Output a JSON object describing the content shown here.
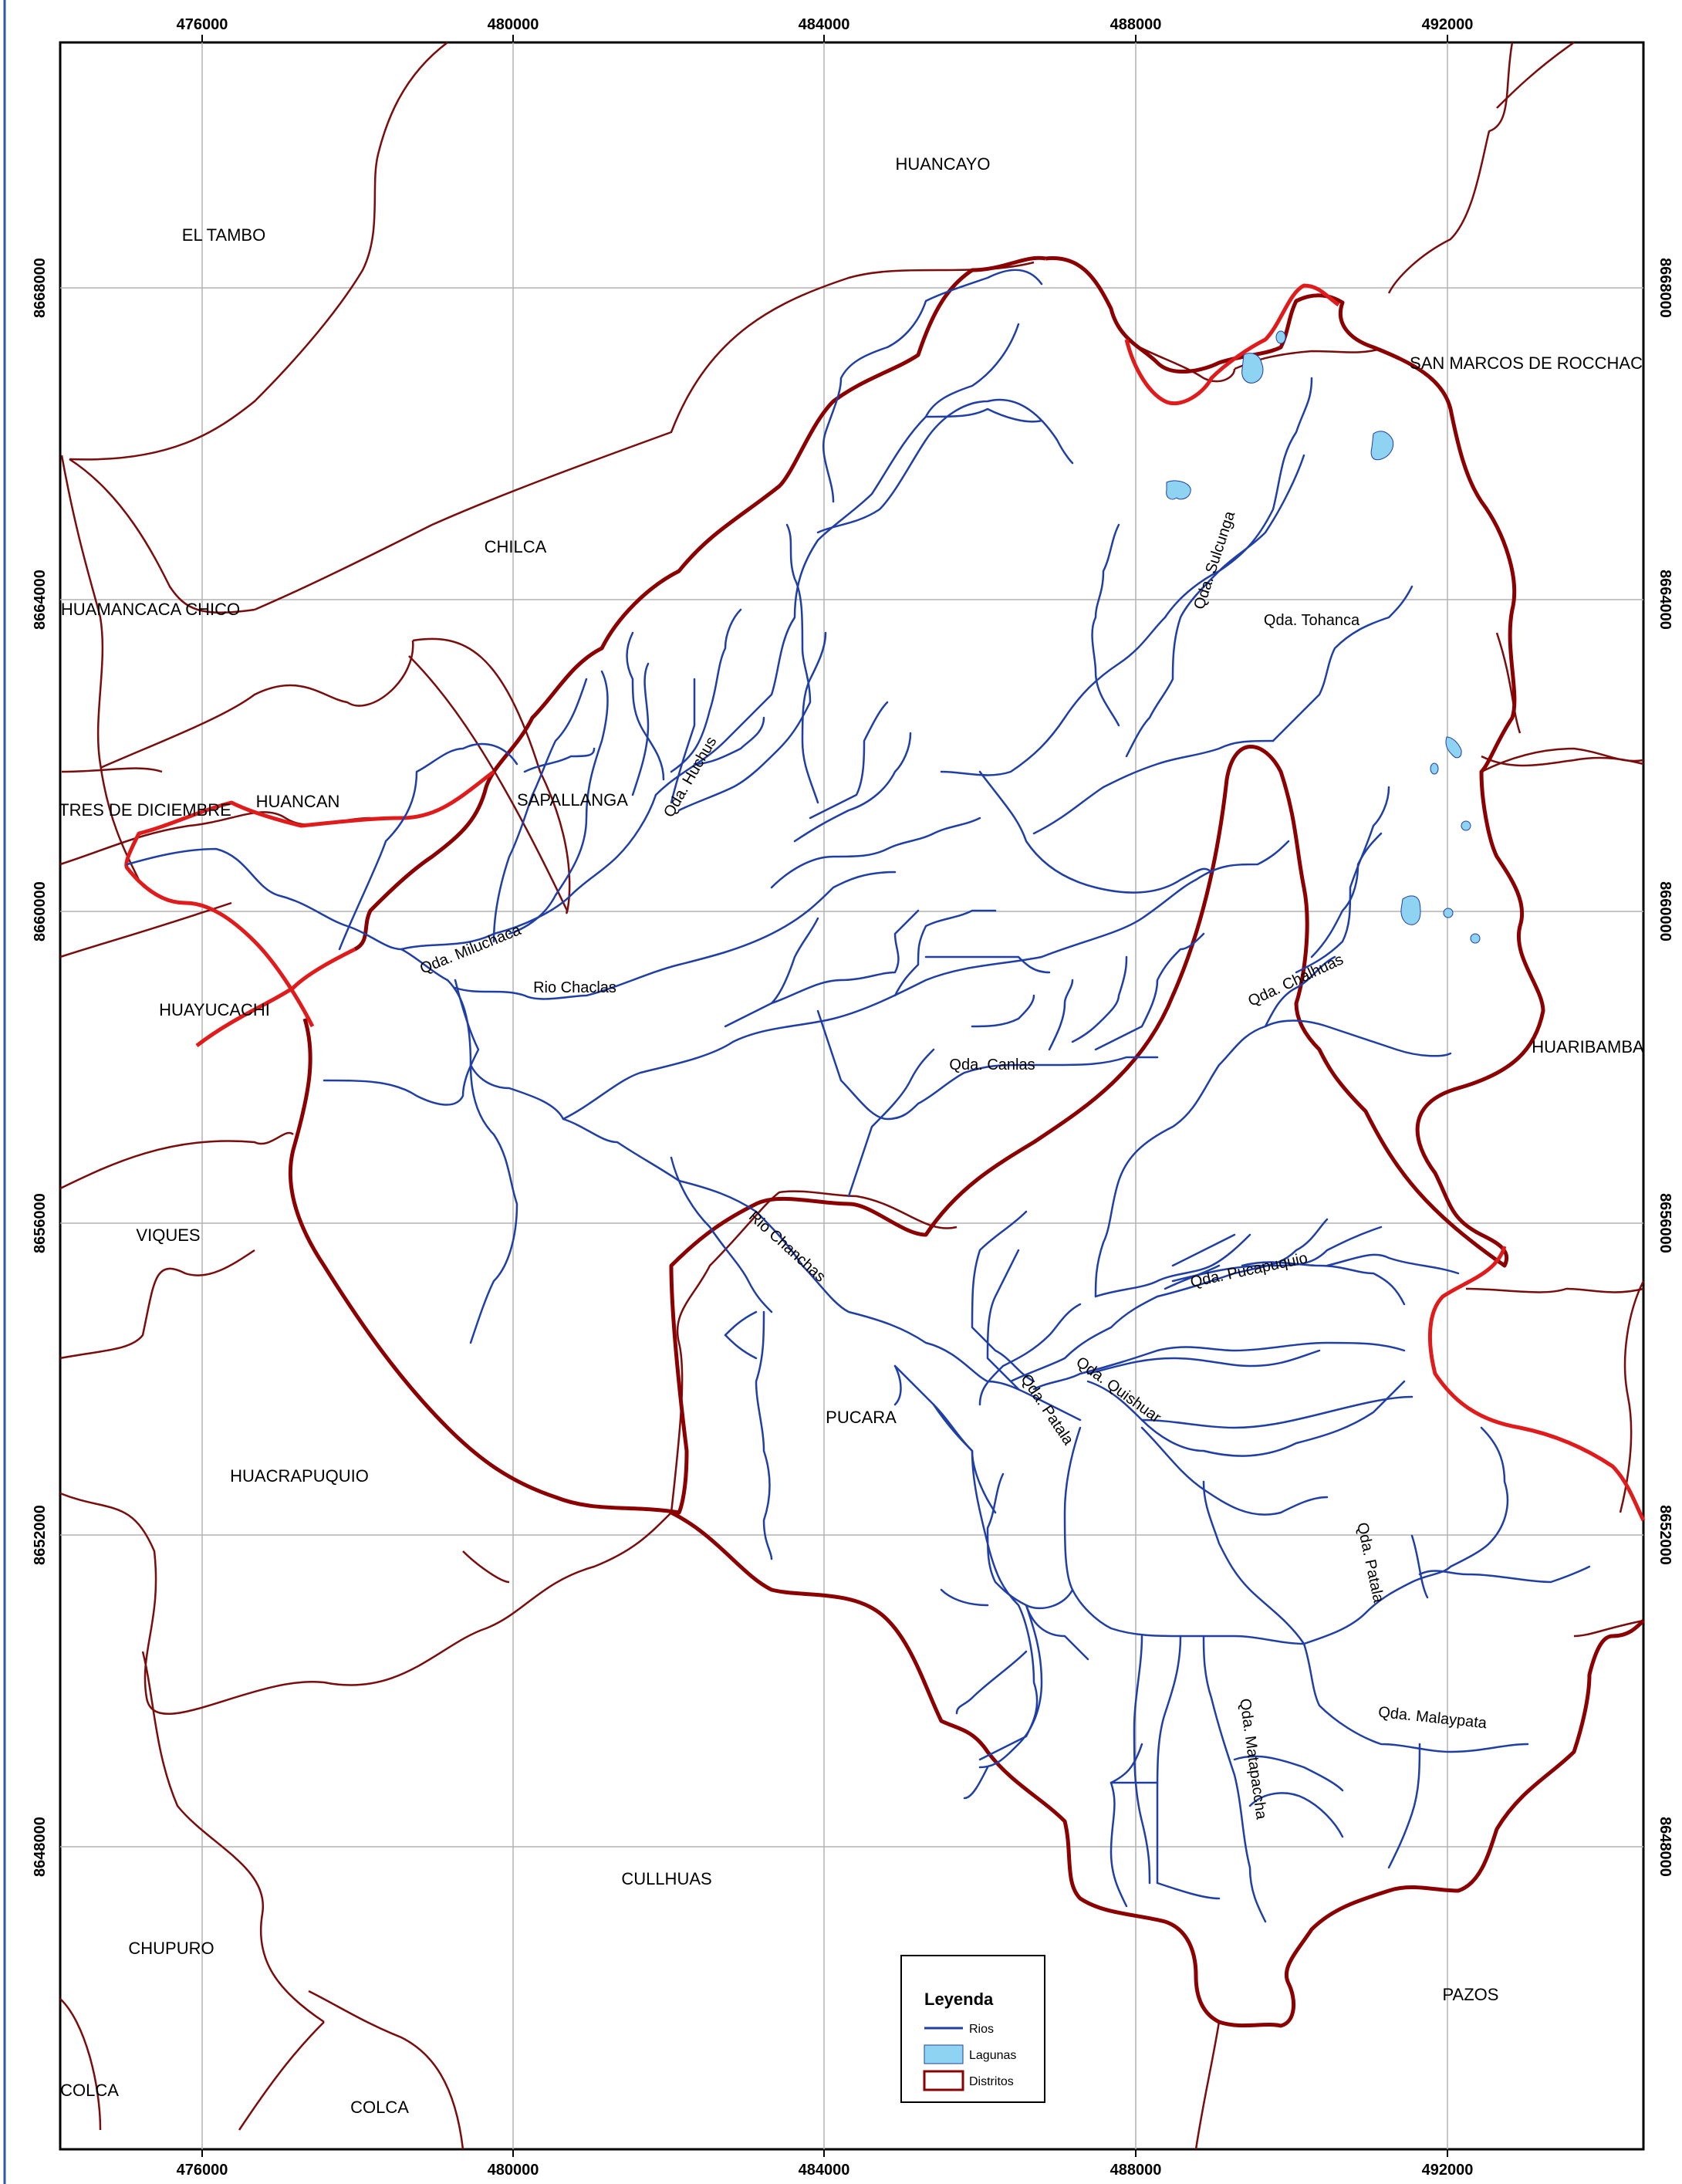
{
  "map": {
    "grid": {
      "x_ticks": [
        "476000",
        "480000",
        "484000",
        "488000",
        "492000"
      ],
      "y_ticks": [
        "8668000",
        "8664000",
        "8660000",
        "8656000",
        "8652000",
        "8648000"
      ]
    },
    "districts": [
      "HUANCAYO",
      "EL TAMBO",
      "SAN MARCOS DE ROCCHAC",
      "CHILCA",
      "HUAMANCACA CHICO",
      "TRES DE DICIEMBRE",
      "HUANCAN",
      "SAPALLANGA",
      "HUAYUCACHI",
      "HUARIBAMBA",
      "VIQUES",
      "PUCARA",
      "HUACRAPUQUIO",
      "CULLHUAS",
      "CHUPURO",
      "PAZOS",
      "COLCA",
      "COLCA"
    ],
    "rivers": [
      "Qda. Sulcunga",
      "Qda. Tohanca",
      "Qda. Huchus",
      "Qda. Miluchaca",
      "Rio Chaclas",
      "Qda. Chalhuas",
      "Qda. Canlas",
      "Rio Chanchas",
      "Qda. Pucapuquio",
      "Qda. Quishuar",
      "Qda. Patala",
      "Qda. Patala",
      "Qda. Malaypata",
      "Qda. Matapaccha"
    ],
    "colors": {
      "river": "#1f3fa6",
      "lake": "#8fd3f2",
      "district_border": "#7a0c0c",
      "study_area": "#8b0000",
      "highlight_border": "#e01b1b",
      "grid": "#b3b3b3"
    }
  },
  "legend": {
    "title": "Leyenda",
    "items": [
      {
        "label": "Rios",
        "icon": "river-line-icon"
      },
      {
        "label": "Lagunas",
        "icon": "lake-swatch-icon"
      },
      {
        "label": "Distritos",
        "icon": "district-swatch-icon"
      }
    ]
  }
}
